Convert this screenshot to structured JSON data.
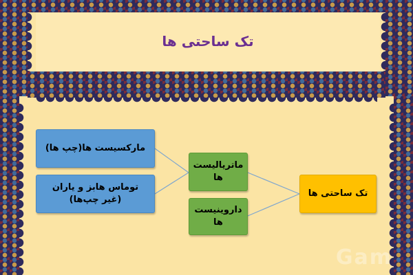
{
  "title": "تک ساحتی ها",
  "diagram": {
    "left_boxes": [
      {
        "label": "مارکسیست ها(چپ ها)"
      },
      {
        "label": "توماس هابز و یاران\n(غیر چپ‌ها)"
      }
    ],
    "middle_boxes": [
      {
        "label": "ماتریالیست ها"
      },
      {
        "label": "داروینیست ها"
      }
    ],
    "root_box": {
      "label": "تک ساحتی ها"
    }
  },
  "watermark": "Gam",
  "colors": {
    "background": "#fbe4a4",
    "title": "#6a2f91",
    "blue_box": "#5b9bd5",
    "green_box": "#70ad47",
    "gold_box": "#ffc000",
    "connector": "#7ea6cf",
    "ornament": "#2e2a5c"
  }
}
